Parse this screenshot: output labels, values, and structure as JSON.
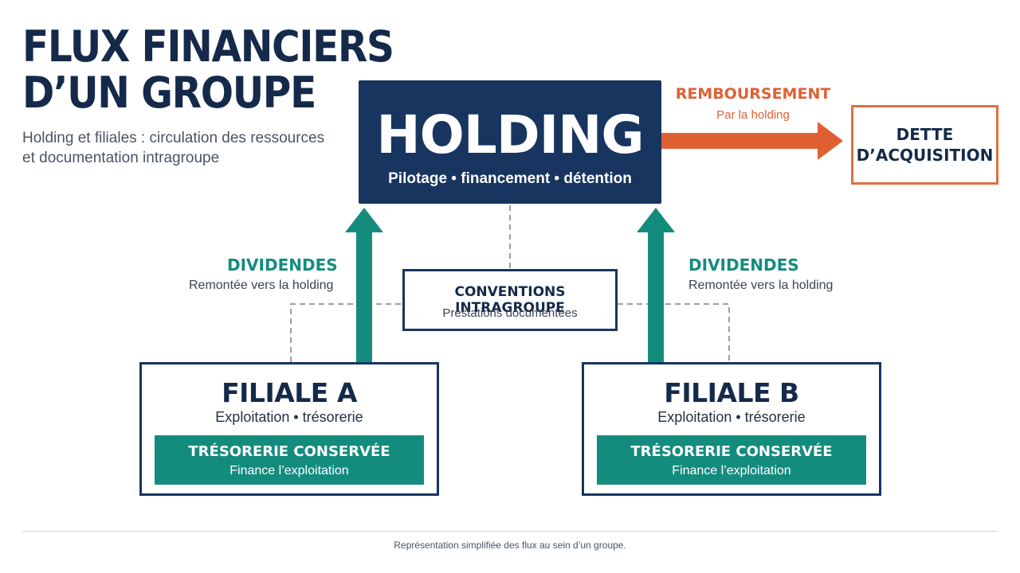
{
  "header": {
    "title_line1": "FLUX FINANCIERS",
    "title_line2": "D’UN GROUPE",
    "subtitle_line1": "Holding et filiales : circulation des ressources",
    "subtitle_line2": "et documentation intragroupe"
  },
  "holding": {
    "title": "HOLDING",
    "subtitle": "Pilotage • financement • détention"
  },
  "repayment": {
    "label": "REMBOURSEMENT",
    "sublabel": "Par la holding"
  },
  "debt": {
    "line1": "DETTE",
    "line2": "D’ACQUISITION"
  },
  "dividends_left": {
    "label": "DIVIDENDES",
    "sublabel": "Remontée vers la holding"
  },
  "dividends_right": {
    "label": "DIVIDENDES",
    "sublabel": "Remontée vers la holding"
  },
  "conventions": {
    "title": "CONVENTIONS INTRAGROUPE",
    "subtitle": "Prestations documentées"
  },
  "filiale_a": {
    "title": "FILIALE A",
    "subtitle": "Exploitation • trésorerie",
    "treso_title": "TRÉSORERIE CONSERVÉE",
    "treso_sub": "Finance l’exploitation"
  },
  "filiale_b": {
    "title": "FILIALE B",
    "subtitle": "Exploitation • trésorerie",
    "treso_title": "TRÉSORERIE CONSERVÉE",
    "treso_sub": "Finance l’exploitation"
  },
  "footer": {
    "note": "Représentation simplifiée des flux au sein d’un groupe."
  },
  "colors": {
    "navy": "#17355f",
    "teal": "#138c7e",
    "orange": "#e06033",
    "dash": "#9aa0a8"
  }
}
